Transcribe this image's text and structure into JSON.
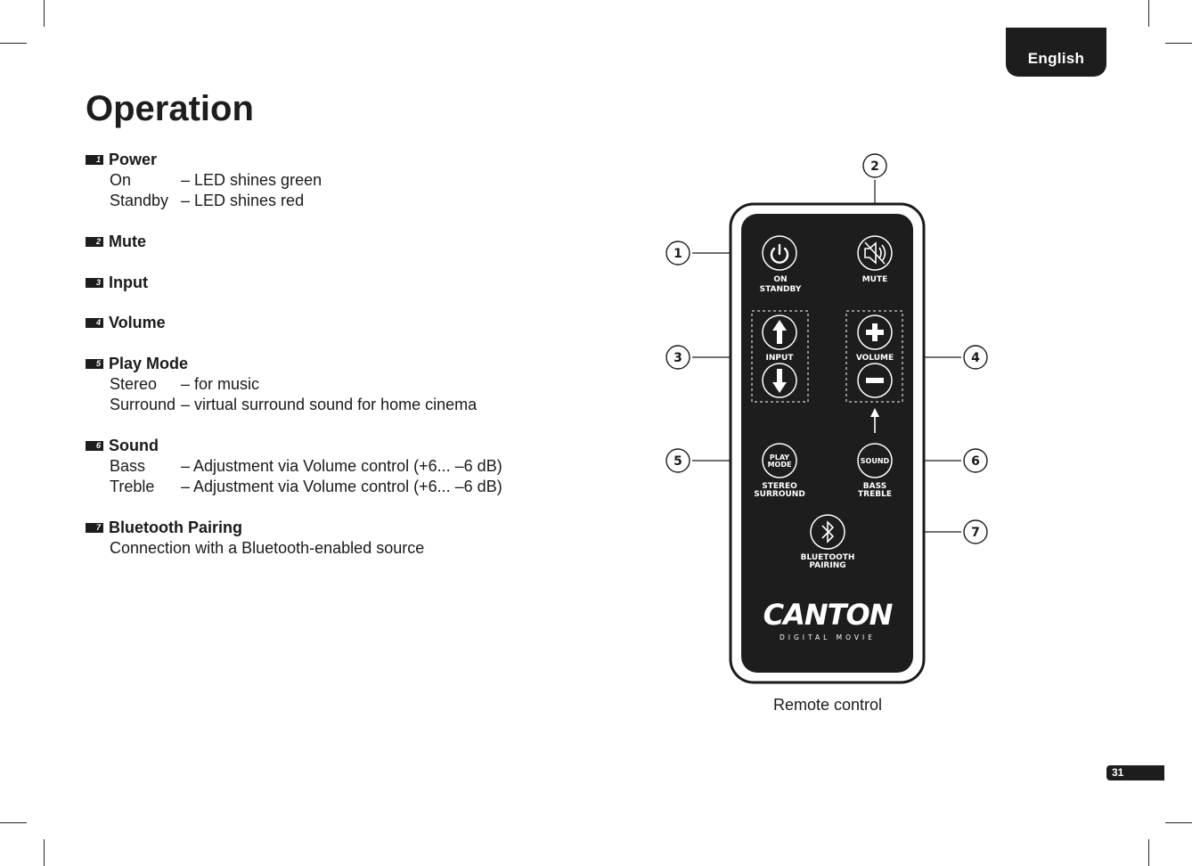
{
  "header": {
    "language_tab": "English",
    "page_title": "Operation",
    "page_number": "31"
  },
  "items": [
    {
      "number": "1",
      "title": "Power",
      "rows": [
        {
          "label": "On",
          "text": "– LED shines green"
        },
        {
          "label": "Standby",
          "text": "– LED shines red"
        }
      ]
    },
    {
      "number": "2",
      "title": "Mute"
    },
    {
      "number": "3",
      "title": "Input"
    },
    {
      "number": "4",
      "title": "Volume"
    },
    {
      "number": "5",
      "title": "Play Mode",
      "rows": [
        {
          "label": "Stereo",
          "text": "– for music"
        },
        {
          "label": "Surround",
          "text": "– virtual surround sound for home cinema"
        }
      ]
    },
    {
      "number": "6",
      "title": "Sound",
      "rows": [
        {
          "label": "Bass",
          "text": "– Adjustment via Volume control (+6... –6 dB)"
        },
        {
          "label": "Treble",
          "text": "– Adjustment via Volume control (+6... –6 dB)"
        }
      ]
    },
    {
      "number": "7",
      "title": "Bluetooth Pairing",
      "text": "Connection with a Bluetooth-enabled source"
    }
  ],
  "remote": {
    "caption": "Remote control",
    "callouts": [
      "1",
      "2",
      "3",
      "4",
      "5",
      "6",
      "7"
    ],
    "labels": {
      "on": "ON",
      "standby": "STANDBY",
      "mute": "MUTE",
      "input": "INPUT",
      "volume": "VOLUME",
      "play": "PLAY",
      "mode": "MODE",
      "sound": "SOUND",
      "stereo": "STEREO",
      "surround": "SURROUND",
      "bass": "BASS",
      "treble": "TREBLE",
      "bluetooth": "BLUETOOTH",
      "pairing": "PAIRING",
      "brand": "CANTON",
      "brand_sub": "DIGITAL MOVIE"
    },
    "icons": [
      "power-icon",
      "mute-icon",
      "up-arrow-icon",
      "down-arrow-icon",
      "plus-icon",
      "minus-icon",
      "bluetooth-icon"
    ]
  }
}
